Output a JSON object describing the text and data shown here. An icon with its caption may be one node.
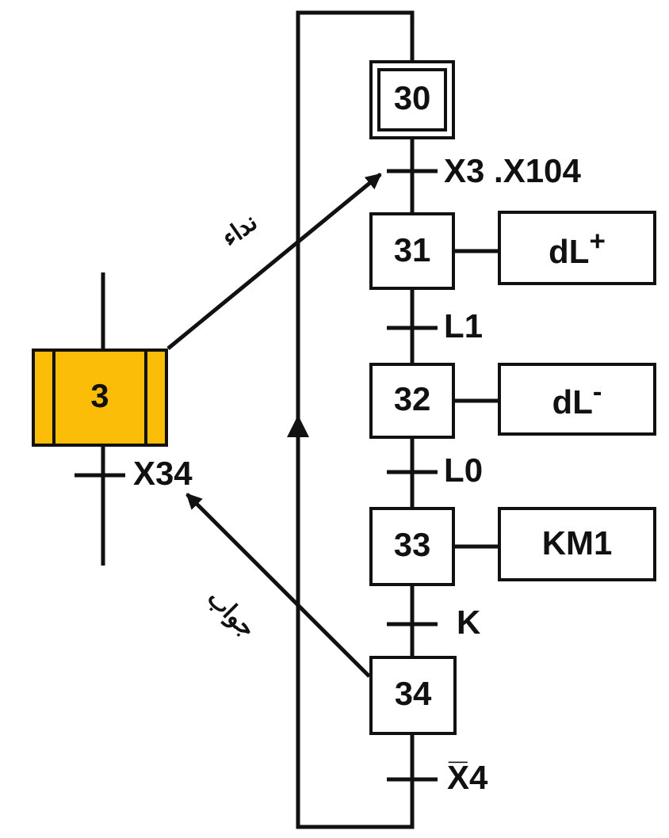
{
  "diagram": {
    "nodes": [
      {
        "text": [
          "3"
        ]
      },
      {
        "text": [
          "30"
        ]
      },
      {
        "text": [
          "X3 .X104"
        ]
      },
      {
        "text": [
          "31"
        ]
      },
      {
        "text": [
          "dL$^{+}$"
        ]
      },
      {
        "text": [
          "32"
        ]
      },
      {
        "text": [
          "dL$^{-}$"
        ]
      },
      {
        "text": [
          "X34"
        ]
      },
      {
        "text": [
          "33"
        ]
      },
      {
        "text": [
          "KM1"
        ]
      },
      {
        "text": [
          "34"
        ]
      }
    ],
    "edges": [
      {
        "from": 1,
        "to": 3,
        "arrow": "none"
      },
      {
        "from": 3,
        "to": 5,
        "arrow": "none"
      },
      {
        "from": 5,
        "to": 8,
        "arrow": "none"
      },
      {
        "from": 8,
        "to": 10,
        "arrow": "none"
      },
      {
        "from": 10,
        "to": 1,
        "arrow": "to"
      },
      {
        "from": 3,
        "to": 4,
        "arrow": "none"
      },
      {
        "from": 5,
        "to": 6,
        "arrow": "none"
      },
      {
        "from": 8,
        "to": 9,
        "arrow": "none"
      },
      {
        "from": 0,
        "to": 2,
        "arrow": "to",
        "label": "نداء"
      },
      {
        "from": 10,
        "to": 7,
        "arrow": "to",
        "label": "جواب"
      }
    ],
    "labels": [
      "L1",
      "L0",
      "K",
      "X̅4"
    ]
  }
}
